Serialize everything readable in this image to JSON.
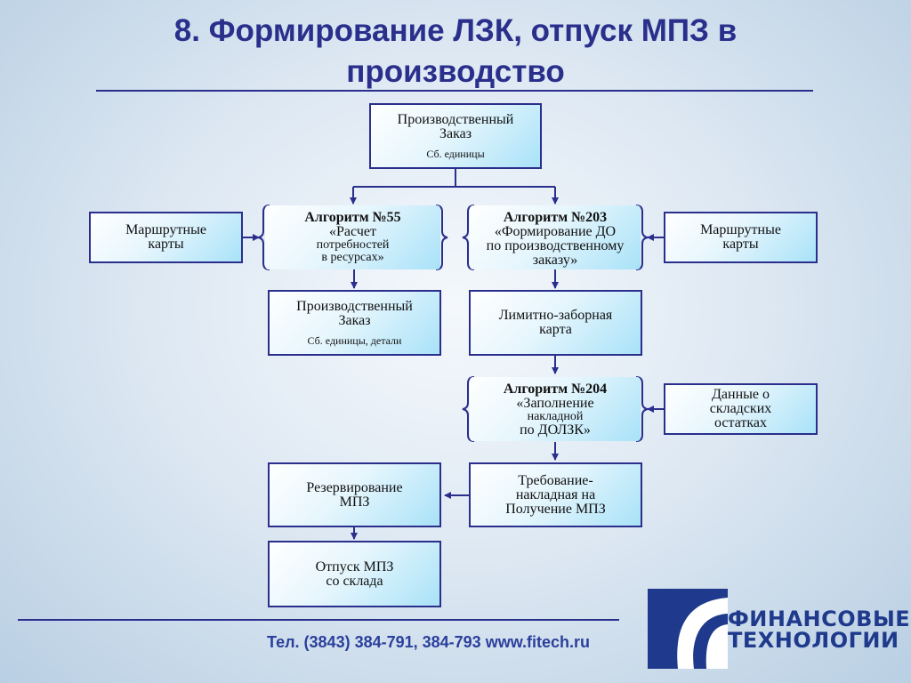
{
  "title": {
    "line1": "8.  Формирование ЛЗК, отпуск МПЗ в",
    "line2": "производство"
  },
  "diagram": {
    "prod_order_top": {
      "line1": "Производственный",
      "line2": "Заказ",
      "sub": "Сб. единицы"
    },
    "route_cards_left": {
      "line1": "Маршрутные",
      "line2": "карты"
    },
    "algo55": {
      "head": "Алгоритм №55",
      "line1": "«Расчет",
      "line2": "потребностей",
      "line3": "в ресурсах»"
    },
    "algo203": {
      "head": "Алгоритм №203",
      "line1": "«Формирование ДО",
      "line2": "по производственному",
      "line3": "заказу»"
    },
    "route_cards_right": {
      "line1": "Маршрутные",
      "line2": "карты"
    },
    "prod_order_mid": {
      "line1": "Производственный",
      "line2": "Заказ",
      "sub": "Сб. единицы, детали"
    },
    "limit_card": {
      "line1": "Лимитно-заборная",
      "line2": "карта"
    },
    "algo204": {
      "head": "Алгоритм №204",
      "line1": "«Заполнение",
      "line2": "накладной",
      "line3": "по ДОЛЗК»"
    },
    "stock_data": {
      "line1": "Данные о",
      "line2": "складских",
      "line3": "остатках"
    },
    "reservation": {
      "line1": "Резервирование",
      "line2": "МПЗ"
    },
    "requisition": {
      "line1": "Требование-",
      "line2": "накладная на",
      "line3": "Получение МПЗ"
    },
    "release": {
      "line1": "Отпуск МПЗ",
      "line2": "со склада"
    }
  },
  "footer": {
    "contacts": "Тел. (3843) 384-791, 384-793 www.fitech.ru"
  },
  "logo": {
    "line1": "ФИНАНСОВЫЕ",
    "line2": "ТЕХНОЛОГИИ"
  },
  "colors": {
    "accent": "#2a2f8c",
    "box_fill": "#a9e2f8",
    "logo_blue": "#1f3a8c"
  }
}
